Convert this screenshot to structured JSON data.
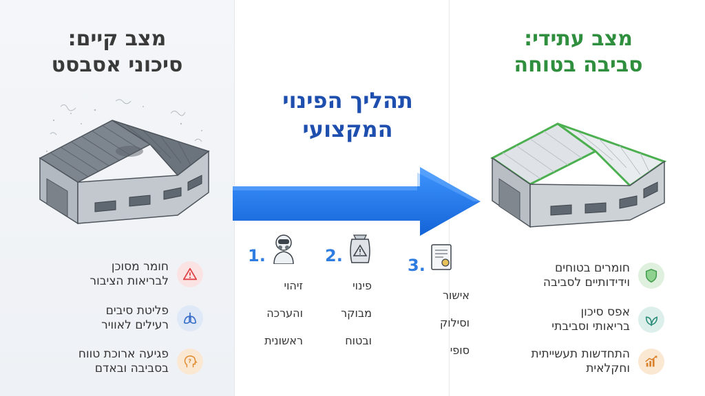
{
  "left": {
    "title_line1": "מצב קיים:",
    "title_line2": "סיכוני אסבסט",
    "bullets": [
      {
        "line1": "חומר מסוכן",
        "line2": "לבריאות הציבור",
        "icon": "warning-icon",
        "color": "#e0454a"
      },
      {
        "line1": "פליטת סיבים",
        "line2": "רעילים לאוויר",
        "icon": "lungs-icon",
        "color": "#3a6fc9"
      },
      {
        "line1": "פגיעה ארוכת טווח",
        "line2": "בסביבה ובאדם",
        "icon": "head-question-icon",
        "color": "#e08a2e"
      }
    ]
  },
  "middle": {
    "title_line1": "תהליך הפינוי",
    "title_line2": "המקצועי",
    "steps": [
      {
        "number": "1.",
        "line1": "זיהוי",
        "line2": "והערכה",
        "line3": "ראשונית",
        "icon": "hazmat-worker-icon"
      },
      {
        "number": "2.",
        "line1": "פינוי",
        "line2": "מבוקר",
        "line3": "ובטוח",
        "icon": "hazard-bag-icon"
      },
      {
        "number": "3.",
        "line1": "אישור",
        "line2": "וסילוק",
        "line3": "סופי",
        "icon": "certificate-icon"
      }
    ]
  },
  "right": {
    "title_line1": "מצב עתידי:",
    "title_line2": "סביבה בטוחה",
    "bullets": [
      {
        "line1": "חומרים בטוחים",
        "line2": "וידידותיים לסביבה",
        "icon": "shield-icon",
        "color": "#3e9a4a"
      },
      {
        "line1": "אפס סיכון",
        "line2": "בריאותי וסביבתי",
        "icon": "leaf-icon",
        "color": "#2a8c7a"
      },
      {
        "line1": "התחדשות תעשייתית",
        "line2": "וחקלאית",
        "icon": "growth-chart-icon",
        "color": "#d9822b"
      }
    ]
  },
  "colors": {
    "accent_blue": "#2f7de1",
    "title_blue": "#1f4fae",
    "title_green": "#2f8f3e",
    "roof_green": "#4caf50"
  }
}
